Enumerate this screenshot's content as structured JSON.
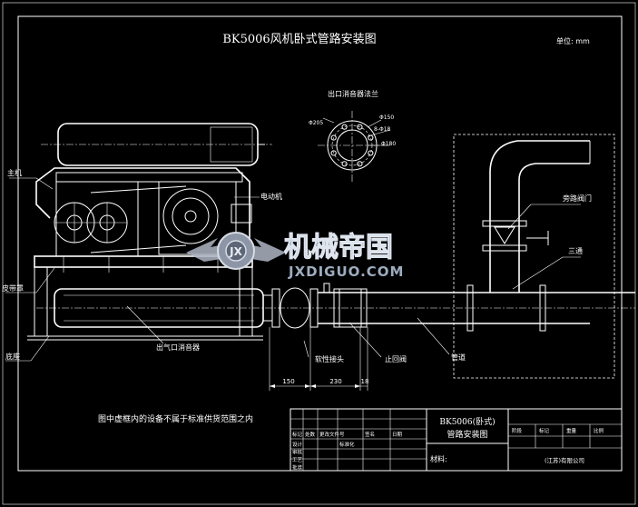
{
  "drawing": {
    "title": "BK5006风机卧式管路安装图",
    "unit": "单位: mm",
    "detail_title": "出口消音器法兰",
    "detail_dims": [
      "Φ150",
      "Φ180",
      "8-Φ18",
      "Φ205"
    ],
    "labels": {
      "main_unit": "主机",
      "motor": "电动机",
      "belt_guard": "皮带罩",
      "base": "底座",
      "outlet_silencer": "出气口消音器",
      "flex_joint": "软性接头",
      "check_valve": "止回阀",
      "pipeline": "管道",
      "bypass_valve": "旁路阀门",
      "tee": "三通"
    },
    "dimensions": [
      "150",
      "230",
      "18"
    ],
    "note": "图中虚框内的设备不属于标准供货范围之内"
  },
  "title_block": {
    "model": "BK5006(卧式)",
    "name": "管路安装图",
    "material": "材料:",
    "company": "(江苏)有限公司",
    "revision_headers": [
      "标记",
      "处数",
      "更改文件号",
      "签名",
      "日期"
    ],
    "role_rows": [
      "设计",
      "审核",
      "工艺",
      "批准"
    ],
    "role_rows_right": [
      "标准化"
    ],
    "right_headers": [
      "阶段",
      "标记",
      "重量",
      "比例"
    ]
  },
  "watermark": {
    "cn": "机械帝国",
    "en": "JXDIGUO.COM"
  }
}
